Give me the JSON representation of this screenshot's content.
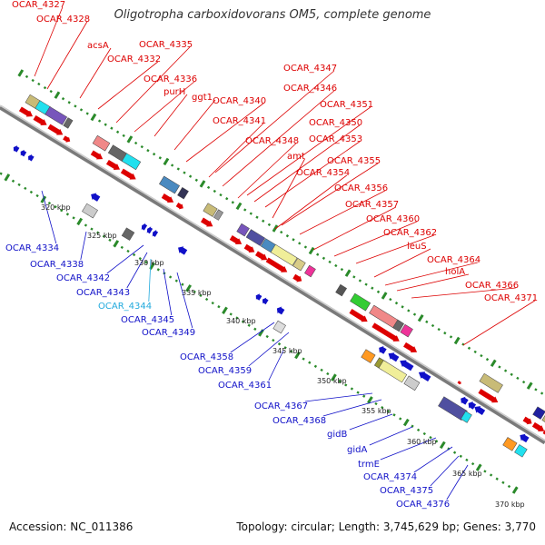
{
  "title": "Oligotropha carboxidovorans OM5, complete genome",
  "footer": {
    "accession": "Accession: NC_011386",
    "summary": "Topology: circular; Length: 3,745,629 bp; Genes: 3,770"
  },
  "colors": {
    "forward_label": "#dd0000",
    "reverse_label": "#1010c8",
    "highlight_label": "#22aadd",
    "backbone": "#888888",
    "ticks": "#2a8a2a"
  },
  "scale_labels": [
    "320 kbp",
    "325 kbp",
    "330 kbp",
    "335 kbp",
    "340 kbp",
    "345 kbp",
    "350 kbp",
    "355 kbp",
    "360 kbp",
    "365 kbp",
    "370 kbp"
  ],
  "forward_labels": [
    "OCAR_4327",
    "OCAR_4328",
    "acsA",
    "OCAR_4335",
    "OCAR_4332",
    "OCAR_4336",
    "purH",
    "ggt1",
    "OCAR_4340",
    "OCAR_4347",
    "OCAR_4346",
    "OCAR_4341",
    "OCAR_4351",
    "OCAR_4350",
    "OCAR_4348",
    "OCAR_4353",
    "amt",
    "OCAR_4355",
    "OCAR_4354",
    "OCAR_4356",
    "OCAR_4357",
    "OCAR_4360",
    "OCAR_4362",
    "leuS",
    "OCAR_4364",
    "holA",
    "OCAR_4366",
    "OCAR_4371"
  ],
  "reverse_labels": [
    "OCAR_4334",
    "OCAR_4338",
    "OCAR_4342",
    "OCAR_4343",
    "OCAR_4344",
    "OCAR_4345",
    "OCAR_4349",
    "OCAR_4358",
    "OCAR_4359",
    "OCAR_4361",
    "OCAR_4367",
    "OCAR_4368",
    "gidB",
    "gidA",
    "trmE",
    "OCAR_4374",
    "OCAR_4375",
    "OCAR_4376"
  ]
}
